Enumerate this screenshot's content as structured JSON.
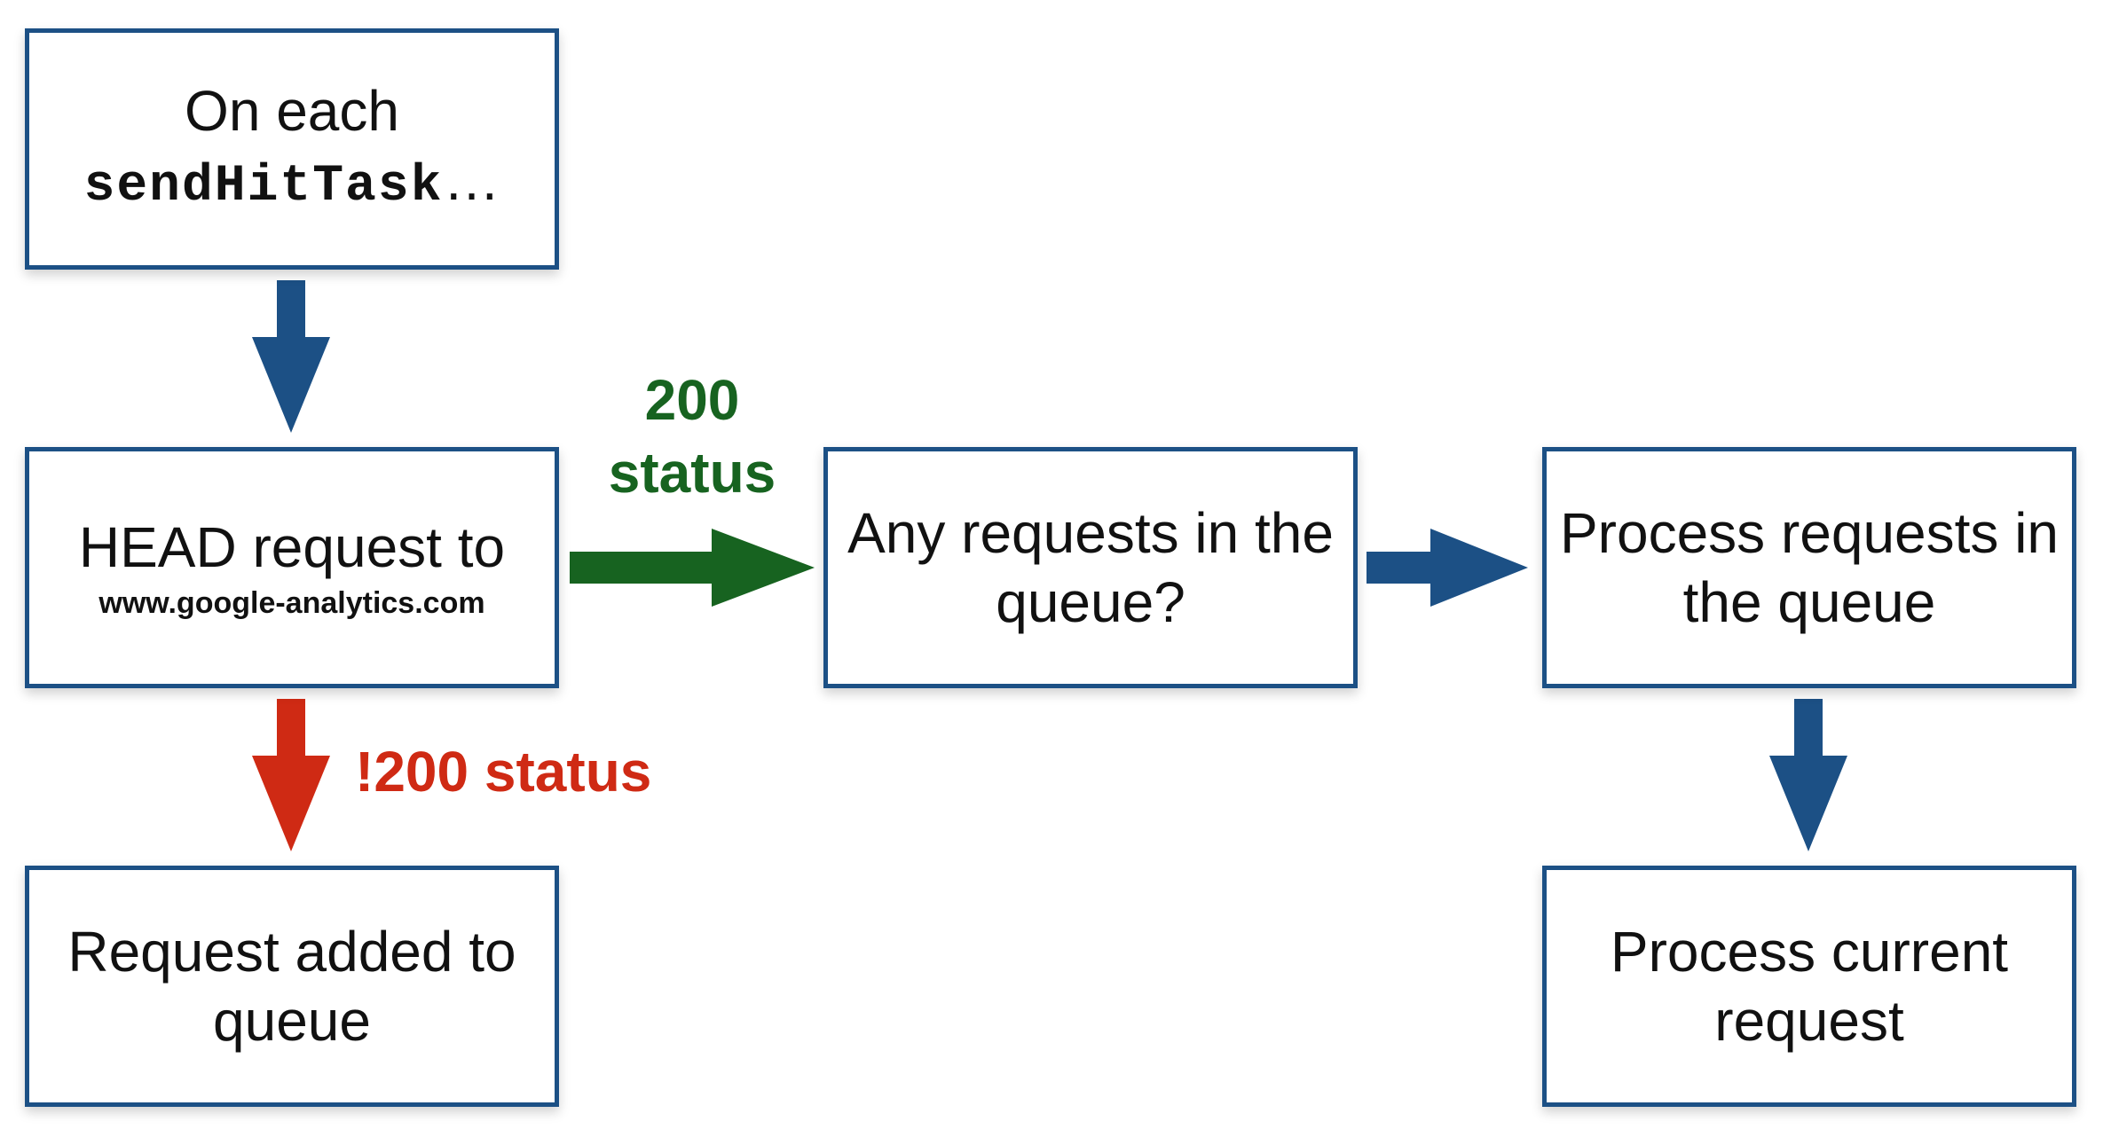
{
  "boxes": {
    "start": {
      "line1": "On each",
      "code": "sendHitTask",
      "ellipsis": "…"
    },
    "head": {
      "line1": "HEAD request to",
      "url": "www.google-analytics.com"
    },
    "added": {
      "line1": "Request added to",
      "line2": "queue"
    },
    "any": {
      "line1": "Any requests in the",
      "line2": "queue?"
    },
    "process_queue": {
      "line1": "Process requests in",
      "line2": "the queue"
    },
    "process_current": {
      "line1": "Process current",
      "line2": "request"
    }
  },
  "labels": {
    "ok_line1": "200",
    "ok_line2": "status",
    "fail": "!200 status"
  },
  "colors": {
    "box_border": "#1c5085",
    "arrow_blue": "#1c5085",
    "arrow_green": "#176320",
    "arrow_red": "#cf2a14"
  }
}
